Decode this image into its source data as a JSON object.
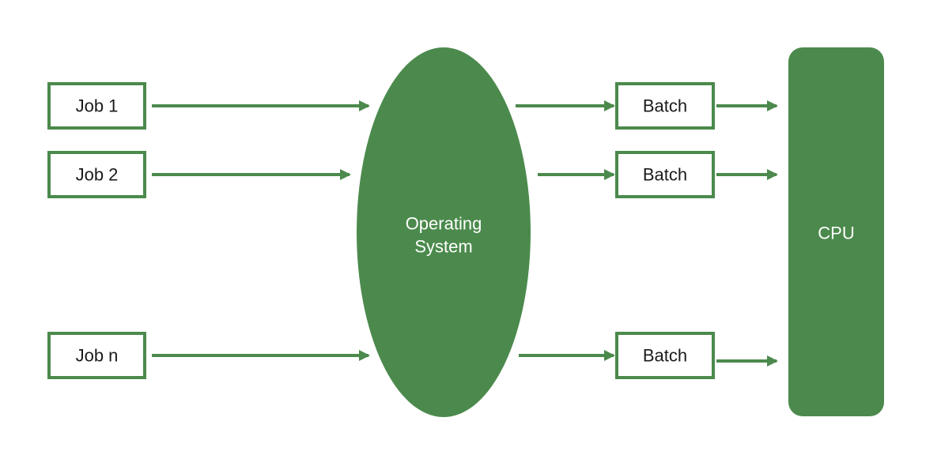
{
  "colors": {
    "accent": "#4b8a4c",
    "background": "#ffffff",
    "text_dark": "#1a1a1a",
    "text_light": "#ffffff"
  },
  "jobs": [
    {
      "label": "Job 1"
    },
    {
      "label": "Job 2"
    },
    {
      "label": "Job n"
    }
  ],
  "os": {
    "line1": "Operating",
    "line2": "System"
  },
  "batches": [
    {
      "label": "Batch"
    },
    {
      "label": "Batch"
    },
    {
      "label": "Batch"
    }
  ],
  "cpu": {
    "label": "CPU"
  }
}
